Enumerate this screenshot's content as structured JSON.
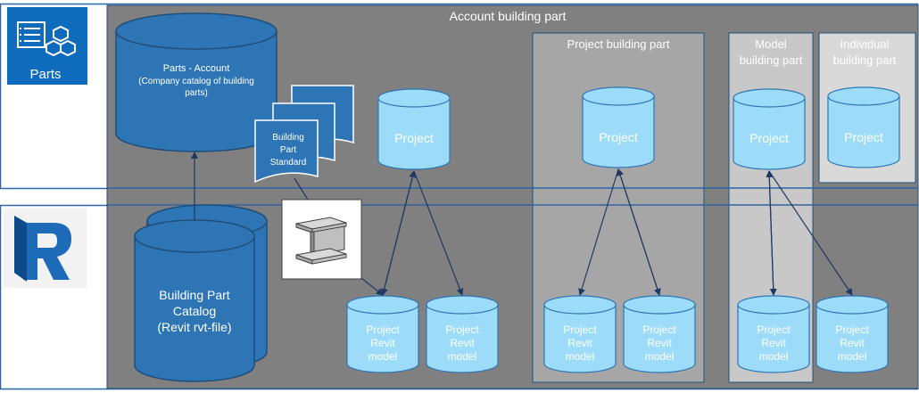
{
  "account": {
    "title": "Account building part"
  },
  "project_panel": {
    "title": "Project building part"
  },
  "model_panel": {
    "title_line1": "Model",
    "title_line2": "building part"
  },
  "individual_panel": {
    "title_line1": "Individual",
    "title_line2": "building part"
  },
  "parts_app": {
    "label": "Parts"
  },
  "parts_account": {
    "title": "Parts - Account",
    "line2": "(Company catalog of building",
    "line3": "parts)"
  },
  "standard": {
    "line1": "Building",
    "line2": "Part",
    "line3": "Standard"
  },
  "catalog": {
    "line1": "Building Part",
    "line2": "Catalog",
    "line3": "(Revit rvt-file)"
  },
  "project_label": "Project",
  "revit_model": {
    "line1": "Project",
    "line2": "Revit",
    "line3": "model"
  },
  "colors": {
    "dark_panel": "#808080",
    "mid_panel": "#a6a6a6",
    "light_panel": "#c8c8c8",
    "lighter_panel": "#d9d9d9",
    "frame_blue": "#1f5fa8",
    "cyl_dark": "#2e75b6",
    "cyl_light": "#9ddcf8",
    "parts_tile": "#0f6cbd"
  }
}
